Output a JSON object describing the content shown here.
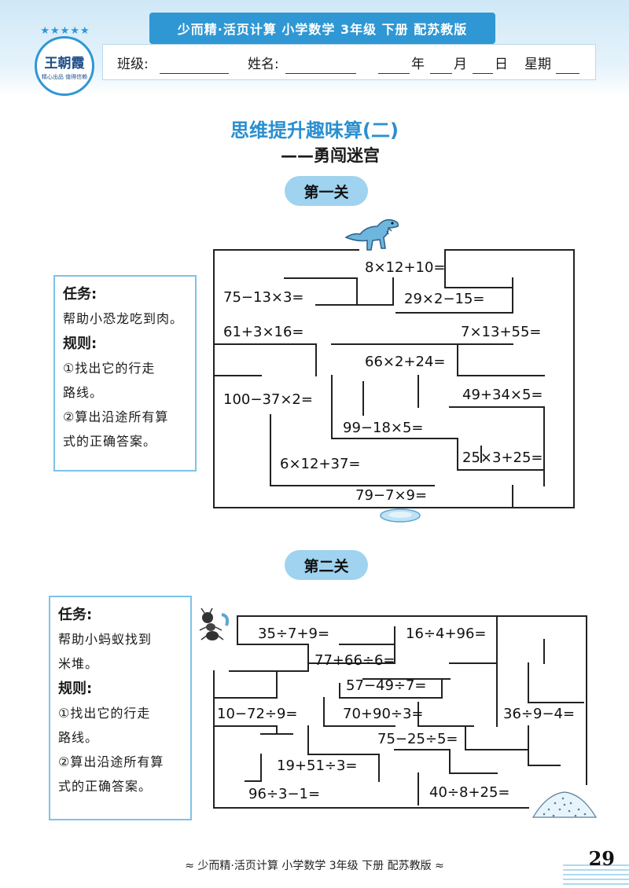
{
  "header": {
    "series": "少而精·活页计算   小学数学  3年级  下册  配苏教版",
    "logo": "王朝霞",
    "logo_sub": "精心出品 值得信赖",
    "stars": "★★★★★",
    "class_label": "班级:",
    "name_label": "姓名:",
    "year_label": "年",
    "month_label": "月",
    "day_label": "日",
    "week_label": "星期"
  },
  "titles": {
    "main": "思维提升趣味算(二)",
    "sub": "——勇闯迷宫"
  },
  "level1": {
    "label": "第一关",
    "task_head": "任务:",
    "task_text": "帮助小恐龙吃到肉。",
    "rule_head": "规则:",
    "rule_lines": [
      "①找出它的行走",
      "路线。",
      "②算出沿途所有算",
      "式的正确答案。"
    ],
    "expressions": [
      "8×12+10=",
      "75−13×3=",
      "29×2−15=",
      "61+3×16=",
      "7×13+55=",
      "66×2+24=",
      "100−37×2=",
      "49+34×5=",
      "99−18×5=",
      "25×3+25=",
      "6×12+37=",
      "79−7×9="
    ],
    "start_icon": "dinosaur-icon",
    "end_icon": "meat-icon"
  },
  "level2": {
    "label": "第二关",
    "task_head": "任务:",
    "task_lines": [
      "帮助小蚂蚁找到",
      "米堆。"
    ],
    "rule_head": "规则:",
    "rule_lines": [
      "①找出它的行走",
      "路线。",
      "②算出沿途所有算",
      "式的正确答案。"
    ],
    "expressions": [
      "35÷7+9=",
      "16÷4+96=",
      "77+66÷6=",
      "57−49÷7=",
      "10−72÷9=",
      "70+90÷3=",
      "36÷9−4=",
      "75−25÷5=",
      "19+51÷3=",
      "96÷3−1=",
      "40÷8+25="
    ],
    "start_icon": "ant-icon",
    "end_icon": "rice-pile-icon"
  },
  "footer": {
    "text": "≈ 少而精·活页计算    小学数学     3年级    下册    配苏教版 ≈",
    "page_number": "29"
  },
  "colors": {
    "accent": "#2f97d4",
    "title_blue": "#2a8fd0",
    "pill": "#9fd3ef",
    "task_border": "#7cc3e8"
  }
}
